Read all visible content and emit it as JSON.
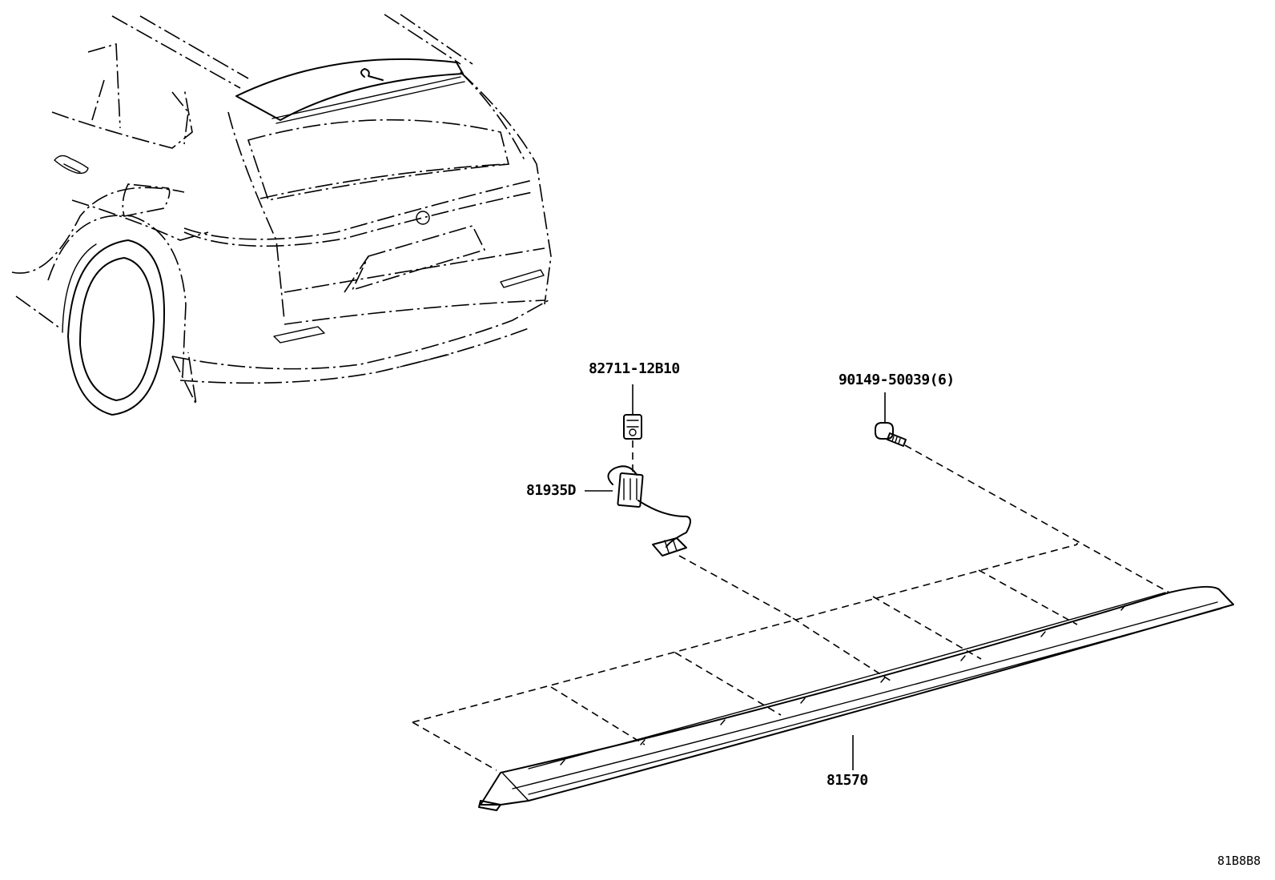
{
  "diagram": {
    "parts": [
      {
        "id": "lamp",
        "number": "82711-12B10"
      },
      {
        "id": "screw",
        "number": "90149-50039(6)"
      },
      {
        "id": "wire",
        "number": "81935D"
      },
      {
        "id": "assembly",
        "number": "81570"
      }
    ],
    "code": "81B8B8"
  }
}
